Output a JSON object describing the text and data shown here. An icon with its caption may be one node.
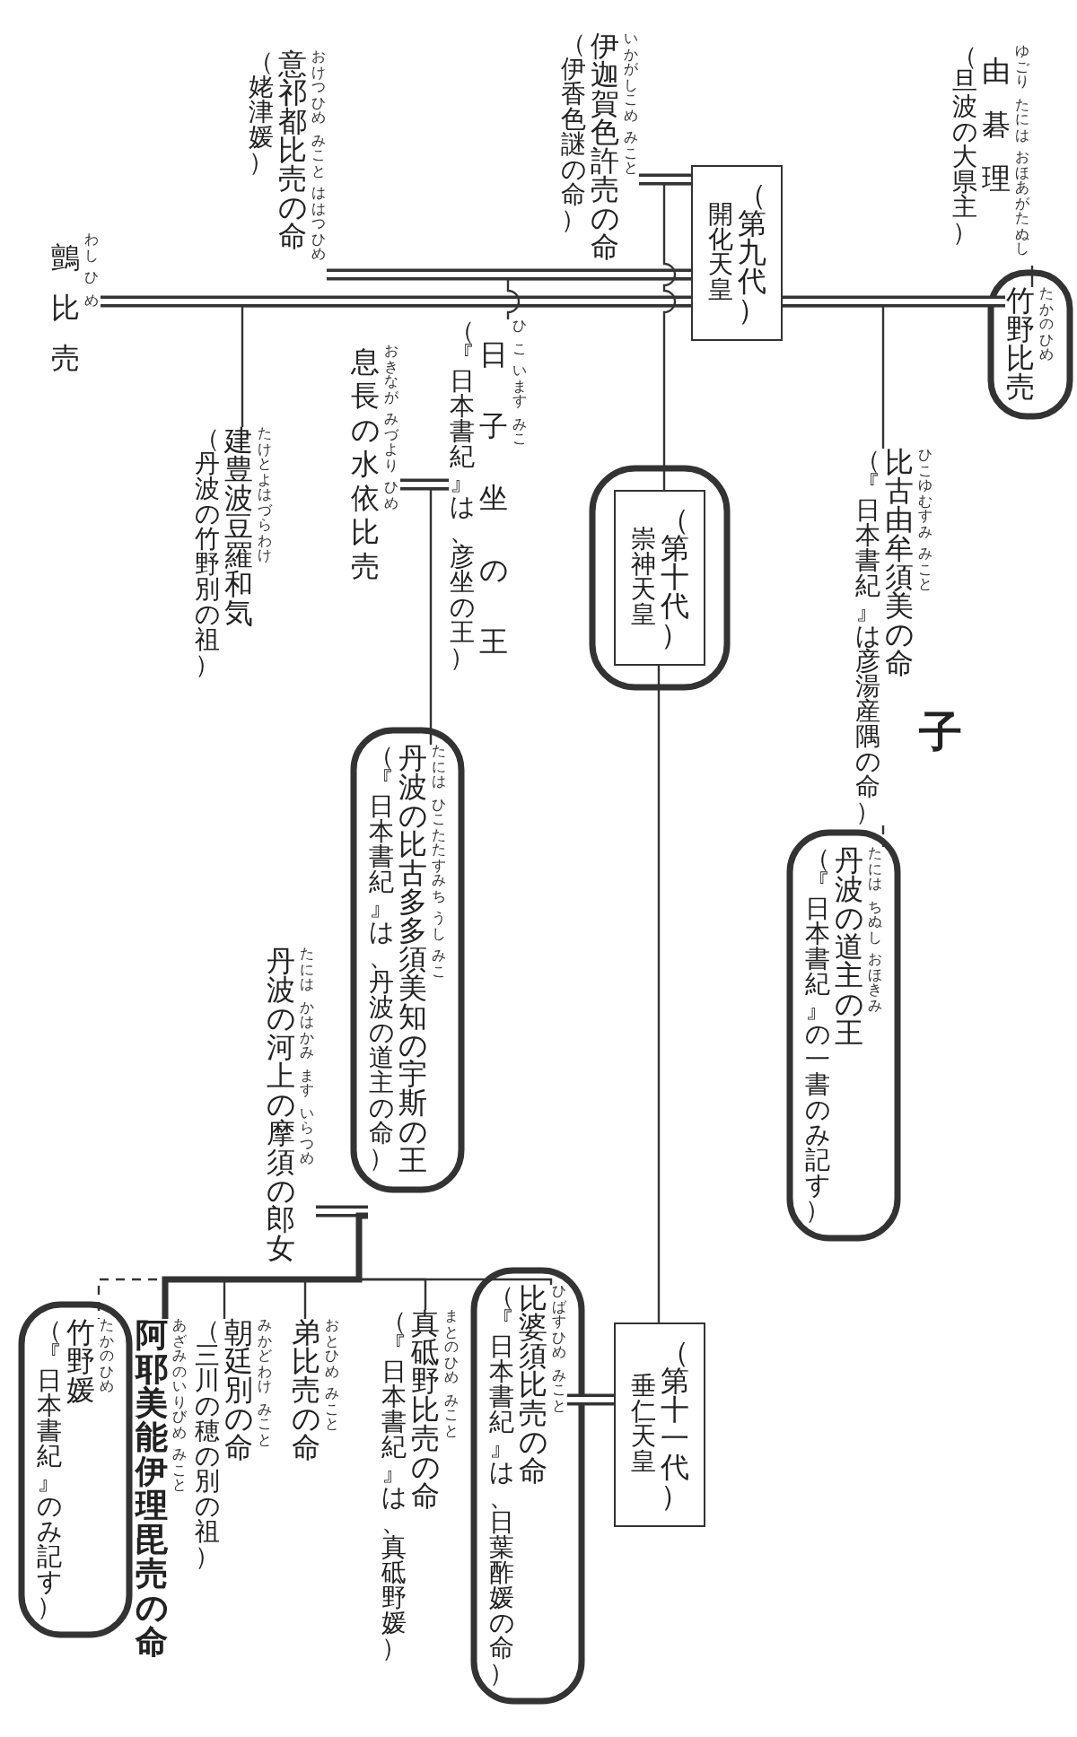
{
  "diagram": {
    "nodes": [
      {
        "text": [
          "（旦波の大県主）",
          "由碁理"
        ],
        "beside": [
          "ゆごり",
          "たには",
          "おほあがたぬし"
        ]
      },
      {
        "text": [
          "竹野比売"
        ],
        "beside": [
          "たかのひめ"
        ]
      },
      {
        "text": [
          "開化天皇",
          "（第九代）"
        ]
      },
      {
        "text": [
          "（伊香色謎の命）",
          "伊迦賀色許売の命"
        ],
        "beside": [
          "いかがしこめ",
          "みこと"
        ]
      },
      {
        "text": [
          "（姥津媛）",
          "意祁都比売の命"
        ],
        "beside": [
          "おけつひめ",
          "みこと",
          "ははつひめ"
        ]
      },
      {
        "text": [
          "鸇比売"
        ],
        "beside": [
          "わし",
          "ひ",
          "め"
        ]
      },
      {
        "text": [
          "（丹波の竹野別の祖）",
          "建豊波豆羅和気"
        ],
        "beside": [
          "たけとよはづらわけ"
        ]
      },
      {
        "text": [
          "（『日本書紀』は、彦坐の王）",
          "日子坐の王"
        ],
        "beside": [
          "ひ",
          "こ",
          "います",
          "みこ"
        ]
      },
      {
        "text": [
          "息長の水依比売"
        ],
        "beside": [
          "おきなが",
          "みづより",
          "ひめ"
        ]
      },
      {
        "text": [
          "（『日本書紀』は彦湯産隅の命）",
          "比古由牟須美の命"
        ],
        "beside": [
          "ひこゆむすみ",
          "みこと"
        ]
      },
      {
        "text": [
          "崇神天皇",
          "（第十代）"
        ]
      },
      {
        "text": [
          "（『日本書紀』は、丹波の道主の命）",
          "丹波の比古多多須美知の宇斯の王"
        ],
        "beside": [
          "たには",
          "ひこたたすみち",
          "うし",
          "みこ"
        ]
      },
      {
        "text": [
          "丹波の河上の摩須の郎女"
        ],
        "beside": [
          "たには",
          "かはかみ",
          "ます",
          "いらつめ"
        ]
      },
      {
        "text": [
          "（『日本書紀』の一書のみ記す）",
          "丹波の道主の王"
        ],
        "beside": [
          "たには",
          "ちぬし",
          "おほきみ"
        ]
      },
      {
        "text": [
          "垂仁天皇",
          "（第十一代）"
        ]
      },
      {
        "text": [
          "（『日本書紀』は、日葉酢媛の命）",
          "比婆須比売の命"
        ],
        "beside": [
          "ひばすひめ",
          "みこと"
        ]
      },
      {
        "text": [
          "（『日本書紀』は、真砥野媛）",
          "真砥野比売の命"
        ],
        "beside": [
          "まとのひめ",
          "みこと"
        ]
      },
      {
        "text": [
          "弟比売の命"
        ],
        "beside": [
          "おとひめ",
          "みこと"
        ]
      },
      {
        "text": [
          "（三川の穂の別の祖）",
          "朝廷別の命"
        ],
        "beside": [
          "みかどわけ",
          "みこと"
        ]
      },
      {
        "text": [
          "阿耶美能伊理毘売の命"
        ],
        "beside": [
          "あざみのいりびめ",
          "みこと"
        ]
      },
      {
        "text": [
          "（『日本書紀』のみ記す）",
          "竹野媛"
        ],
        "beside": [
          "たかのひめ"
        ]
      }
    ],
    "edges": [
      {
        "from": 0,
        "to": 1,
        "arrow": "none"
      },
      {
        "from": 3,
        "to": 2,
        "arrow": "none"
      },
      {
        "from": 4,
        "to": 2,
        "arrow": "none"
      },
      {
        "from": 5,
        "to": 2,
        "arrow": "none"
      },
      {
        "from": 2,
        "to": 1,
        "arrow": "none"
      },
      {
        "from": 2,
        "to": 10,
        "arrow": "none"
      },
      {
        "from": 2,
        "to": 7,
        "arrow": "none"
      },
      {
        "from": 2,
        "to": 6,
        "arrow": "none"
      },
      {
        "from": 2,
        "to": 9,
        "arrow": "none"
      },
      {
        "from": 8,
        "to": 7,
        "arrow": "none"
      },
      {
        "from": 7,
        "to": 11,
        "arrow": "none"
      },
      {
        "from": 12,
        "to": 11,
        "arrow": "none"
      },
      {
        "from": 11,
        "to": 20,
        "arrow": "none",
        "style": "dashed"
      },
      {
        "from": 11,
        "to": 19,
        "arrow": "none",
        "style": "thick"
      },
      {
        "from": 11,
        "to": 18,
        "arrow": "none"
      },
      {
        "from": 11,
        "to": 17,
        "arrow": "none"
      },
      {
        "from": 11,
        "to": 16,
        "arrow": "none"
      },
      {
        "from": 11,
        "to": 15,
        "arrow": "none"
      },
      {
        "from": 9,
        "to": 13,
        "arrow": "none",
        "style": "dashed"
      },
      {
        "from": 10,
        "to": 14,
        "arrow": "none"
      },
      {
        "from": 15,
        "to": 14,
        "arrow": "none"
      }
    ],
    "labels": [
      "子"
    ]
  }
}
